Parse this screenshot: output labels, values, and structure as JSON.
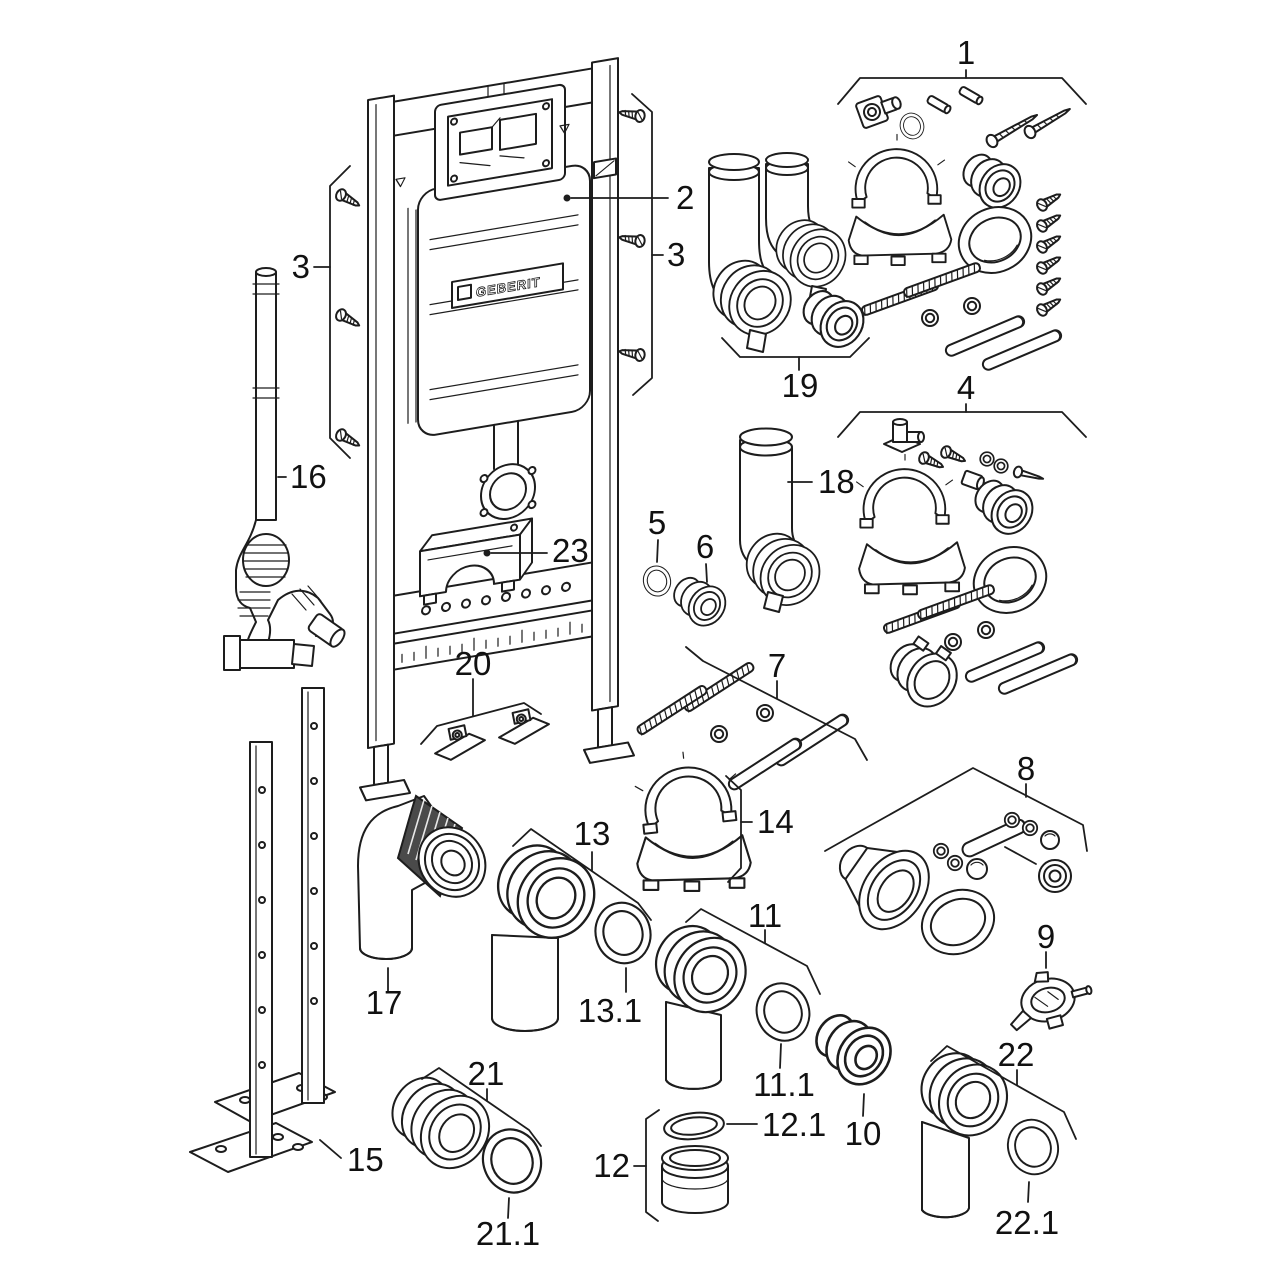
{
  "brand": "GEBERIT",
  "callouts": {
    "c1": "1",
    "c2": "2",
    "c3_left": "3",
    "c3_right": "3",
    "c4": "4",
    "c5": "5",
    "c6": "6",
    "c7": "7",
    "c8": "8",
    "c9": "9",
    "c10": "10",
    "c11": "11",
    "c11_1": "11.1",
    "c12": "12",
    "c12_1": "12.1",
    "c13": "13",
    "c13_1": "13.1",
    "c14": "14",
    "c15": "15",
    "c16": "16",
    "c17": "17",
    "c18": "18",
    "c19": "19",
    "c20": "20",
    "c21": "21",
    "c21_1": "21.1",
    "c22": "22",
    "c22_1": "22.1",
    "c23": "23"
  },
  "colors": {
    "line": "#1d1d1d",
    "background": "#ffffff",
    "corrugation_dark": "#4a4a4a"
  }
}
